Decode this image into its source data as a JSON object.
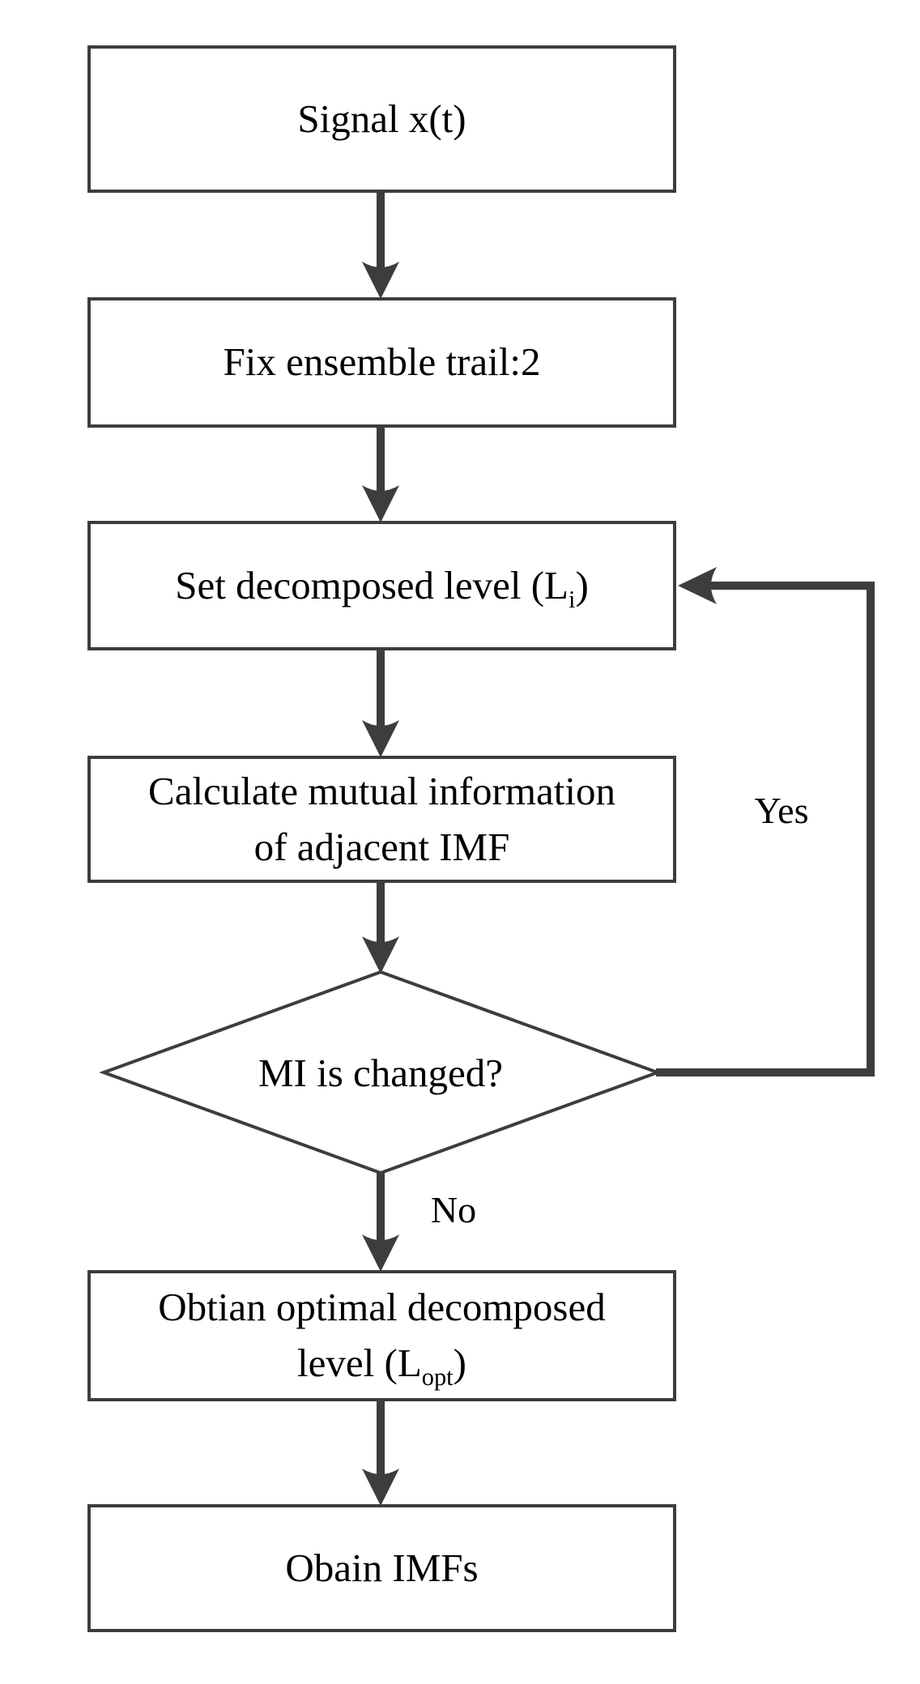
{
  "figure": {
    "colors": {
      "background": "#ffffff",
      "line": "#3d3d3d",
      "text": "#000000"
    },
    "nodes": {
      "signal": {
        "label": "Signal x(t)"
      },
      "ensemble": {
        "label": "Fix ensemble trail:2"
      },
      "set_level": {
        "pre": "Set decomposed level (L",
        "sub": "i",
        "post": ")"
      },
      "mutual_info": {
        "line1": "Calculate mutual information",
        "line2": "of adjacent IMF"
      },
      "decision": {
        "label": "MI is changed?"
      },
      "optimal_level": {
        "line1": "Obtian optimal decomposed",
        "line2_pre": "level (L",
        "line2_sub": "opt",
        "line2_post": ")"
      },
      "obtain_imfs": {
        "label": "Obain IMFs"
      }
    },
    "edge_labels": {
      "yes": "Yes",
      "no": "No"
    }
  }
}
